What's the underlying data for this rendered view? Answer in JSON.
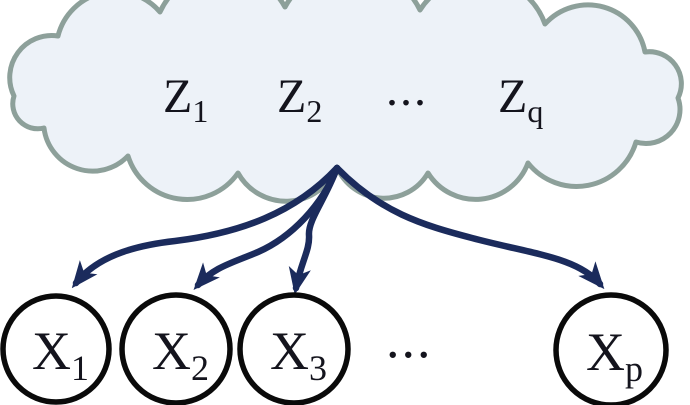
{
  "colors": {
    "background": "#ffffff",
    "cloud_fill": "#edf2f8",
    "cloud_stroke": "#8da09a",
    "arrow": "#1b2b5c",
    "node_stroke": "#0a0a0a",
    "node_fill": "#ffffff",
    "text": "#14141d"
  },
  "cloud": {
    "labels": [
      {
        "base": "Z",
        "sub": "1"
      },
      {
        "base": "Z",
        "sub": "2"
      },
      {
        "base": "Z",
        "sub": "q"
      }
    ],
    "ellipsis": "..."
  },
  "nodes": {
    "circles": [
      {
        "base": "X",
        "sub": "1"
      },
      {
        "base": "X",
        "sub": "2"
      },
      {
        "base": "X",
        "sub": "3"
      },
      {
        "base": "X",
        "sub": "p"
      }
    ],
    "ellipsis": "..."
  },
  "arrows": {
    "from": "cloud",
    "to": [
      "X1",
      "X2",
      "X3",
      "Xp"
    ]
  }
}
